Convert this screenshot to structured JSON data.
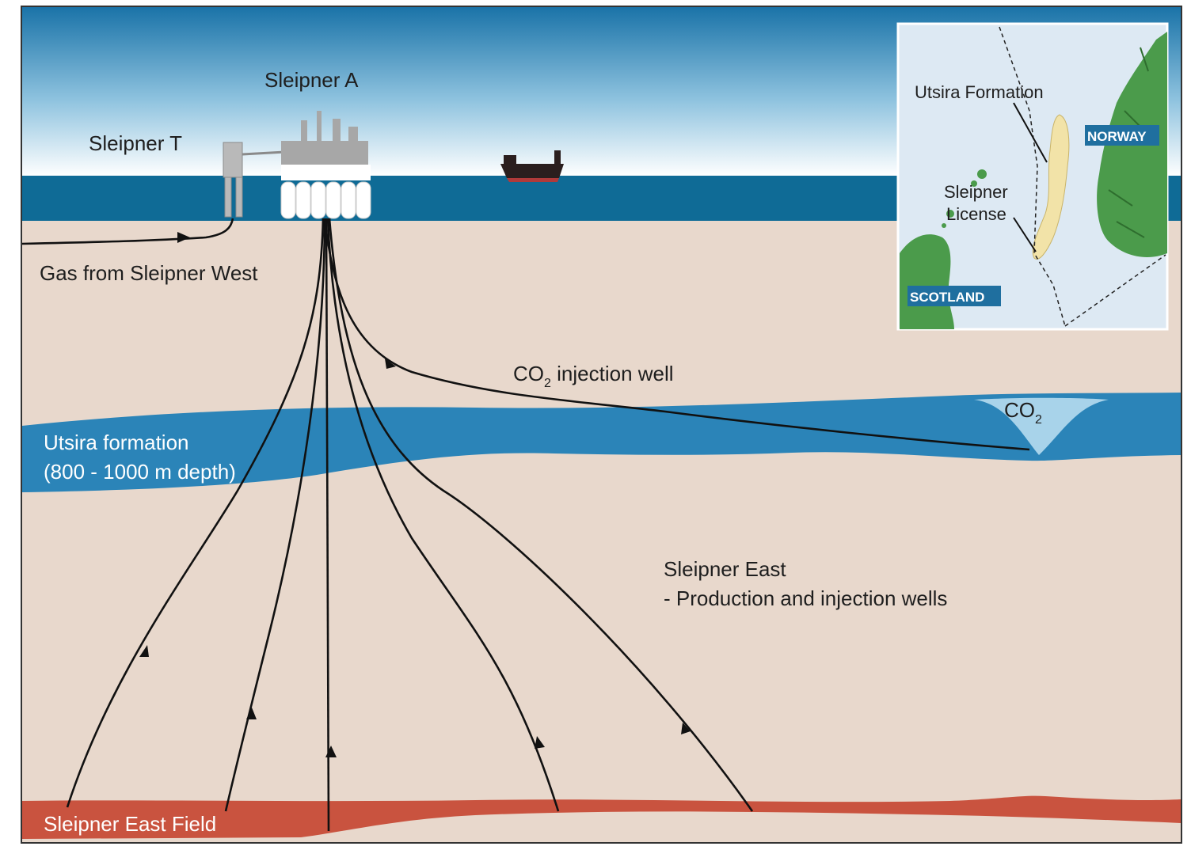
{
  "labels": {
    "sleipner_a": "Sleipner A",
    "sleipner_t": "Sleipner T",
    "gas_from_west": "Gas from Sleipner West",
    "co2_injection_well_prefix": "CO",
    "co2_injection_well_sub": "2",
    "co2_injection_well_suffix": " injection well",
    "co2_plume_main": "CO",
    "co2_plume_sub": "2",
    "utsira_line1": "Utsira formation",
    "utsira_line2": "(800 - 1000 m depth)",
    "sleipner_east_line1": "Sleipner East",
    "sleipner_east_line2": "- Production and injection wells",
    "sleipner_east_field": "Sleipner East Field"
  },
  "inset_map": {
    "utsira_formation": "Utsira Formation",
    "sleipner_license_line1": "Sleipner",
    "sleipner_license_line2": "License",
    "norway": "NORWAY",
    "scotland": "SCOTLAND"
  },
  "colors": {
    "sky_top": "#1a73a8",
    "sky_bottom": "#ffffff",
    "sea": "#0f6b96",
    "seabed": "#e8d8cc",
    "utsira": "#2b84b8",
    "co2_plume": "#a8d3ea",
    "east_field": "#c9533f",
    "map_sea": "#dde9f3",
    "map_land": "#4b9b4b",
    "map_formation": "#f2e3a8",
    "badge": "#1f6f9f"
  }
}
